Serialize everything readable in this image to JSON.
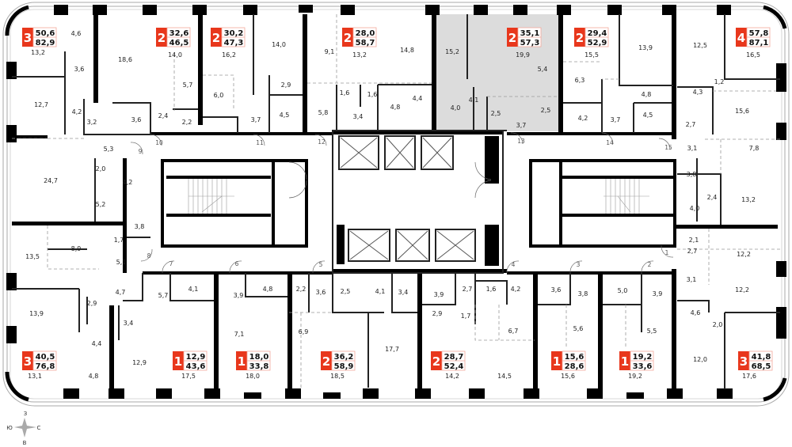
{
  "colors": {
    "badge": "#e8371c",
    "badge_border": "#f3a89b",
    "selected_fill": "#dcdcdc",
    "wall": "#000000"
  },
  "apartments": [
    {
      "rooms": "3",
      "living": "50,6",
      "total": "82,9"
    },
    {
      "rooms": "2",
      "living": "32,6",
      "total": "46,5"
    },
    {
      "rooms": "2",
      "living": "30,2",
      "total": "47,3"
    },
    {
      "rooms": "2",
      "living": "28,0",
      "total": "58,7"
    },
    {
      "rooms": "2",
      "living": "35,1",
      "total": "57,3",
      "selected": true
    },
    {
      "rooms": "2",
      "living": "29,4",
      "total": "52,9"
    },
    {
      "rooms": "4",
      "living": "57,8",
      "total": "87,1"
    },
    {
      "rooms": "3",
      "living": "40,5",
      "total": "76,8"
    },
    {
      "rooms": "1",
      "living": "12,9",
      "total": "43,6"
    },
    {
      "rooms": "1",
      "living": "18,0",
      "total": "33,8"
    },
    {
      "rooms": "2",
      "living": "36,2",
      "total": "58,9"
    },
    {
      "rooms": "2",
      "living": "28,7",
      "total": "52,4"
    },
    {
      "rooms": "1",
      "living": "15,6",
      "total": "28,6"
    },
    {
      "rooms": "1",
      "living": "19,2",
      "total": "33,6"
    },
    {
      "rooms": "3",
      "living": "41,8",
      "total": "68,5"
    }
  ],
  "room_areas": [
    "13,2",
    "4,6",
    "18,6",
    "3,6",
    "12,7",
    "4,2",
    "3,2",
    "3,6",
    "2,4",
    "14,0",
    "5,7",
    "6,0",
    "2,2",
    "16,2",
    "3,7",
    "14,0",
    "2,9",
    "4,5",
    "9,1",
    "5,8",
    "13,2",
    "1,6",
    "1,6",
    "3,4",
    "4,8",
    "14,8",
    "4,4",
    "15,2",
    "4,1",
    "4,0",
    "2,5",
    "19,9",
    "3,7",
    "5,4",
    "6,3",
    "15,5",
    "2,5",
    "4,2",
    "3,7",
    "13,9",
    "4,8",
    "4,5",
    "12,5",
    "1,2",
    "4,3",
    "16,5",
    "15,6",
    "2,7",
    "3,1",
    "7,8",
    "5,3",
    "24,7",
    "2,0",
    "4,2",
    "5,2",
    "3,8",
    "8,9",
    "13,5",
    "1,7",
    "5,1",
    "3,8",
    "4,0",
    "2,4",
    "13,2",
    "2,1",
    "2,7",
    "12,2",
    "3,1",
    "12,2",
    "4,6",
    "2,0",
    "12,0",
    "17,6",
    "4,7",
    "2,9",
    "13,9",
    "3,4",
    "4,4",
    "4,8",
    "13,1",
    "12,9",
    "5,7",
    "4,1",
    "17,5",
    "3,9",
    "4,8",
    "7,1",
    "18,0",
    "2,2",
    "3,6",
    "6,9",
    "2,5",
    "4,1",
    "3,4",
    "17,7",
    "18,5",
    "3,9",
    "2,9",
    "2,7",
    "1,7",
    "1,6",
    "4,2",
    "6,7",
    "14,2",
    "14,5",
    "3,6",
    "3,8",
    "5,6",
    "15,6",
    "5,0",
    "3,9",
    "5,5",
    "19,2"
  ],
  "door_numbers": [
    "10",
    "9",
    "11",
    "12",
    "13",
    "14",
    "15",
    "8",
    "7",
    "6",
    "5",
    "4",
    "3",
    "2",
    "1"
  ],
  "compass": {
    "north": "З",
    "south": "В",
    "west": "Ю",
    "east": "С"
  }
}
